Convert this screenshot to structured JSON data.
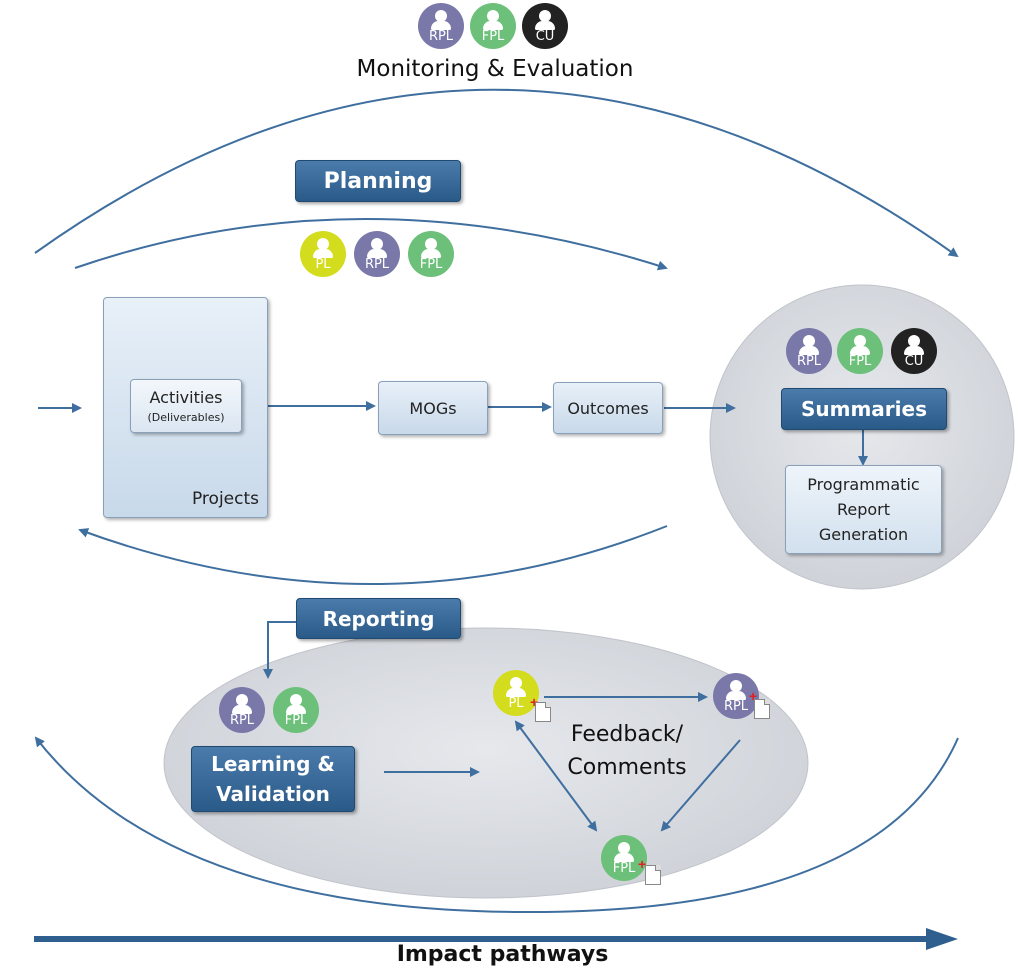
{
  "title": "Monitoring & Evaluation",
  "planning_label": "Planning",
  "reporting_label": "Reporting",
  "summaries_label": "Summaries",
  "learning_label_line1": "Learning &",
  "learning_label_line2": "Validation",
  "activities_label": "Activities",
  "deliverables_label": "(Deliverables)",
  "projects_label": "Projects",
  "mogs_label": "MOGs",
  "outcomes_label": "Outcomes",
  "report_line1": "Programmatic",
  "report_line2": "Report",
  "report_line3": "Generation",
  "feedback_line1": "Feedback/",
  "feedback_line2": "Comments",
  "impact_label": "Impact pathways",
  "roles": {
    "pl": "PL",
    "rpl": "RPL",
    "fpl": "FPL",
    "cu": "CU"
  },
  "colors": {
    "pl": "#d4dc1e",
    "rpl": "#7a78a8",
    "fpl": "#6cc07a",
    "cu": "#222222",
    "arrow": "#3f6f9f",
    "ellipse": "#d6d9de"
  }
}
